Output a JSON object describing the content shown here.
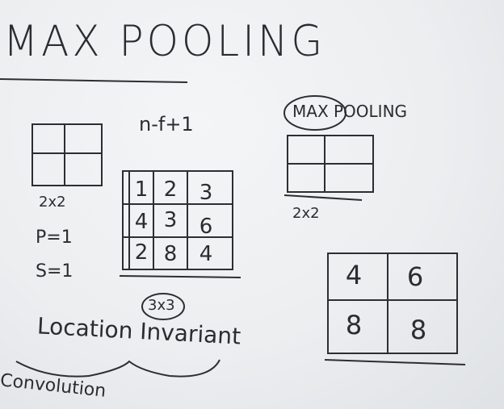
{
  "title": "MAX POOLING",
  "formula": "n-f+1",
  "left_block": {
    "size": "2x2",
    "padding": "P=1",
    "stride": "S=1"
  },
  "input_grid": {
    "rows": [
      [
        "1",
        "2",
        "3"
      ],
      [
        "4",
        "3",
        "6"
      ],
      [
        "2",
        "8",
        "4"
      ]
    ],
    "size_label": "3x3"
  },
  "right_block": {
    "label": "MAX POOLING",
    "size": "2x2"
  },
  "output_grid": {
    "rows": [
      [
        "4",
        "6"
      ],
      [
        "8",
        "8"
      ]
    ]
  },
  "location_note": "Location Invariant",
  "convolution_note": "Convolution"
}
